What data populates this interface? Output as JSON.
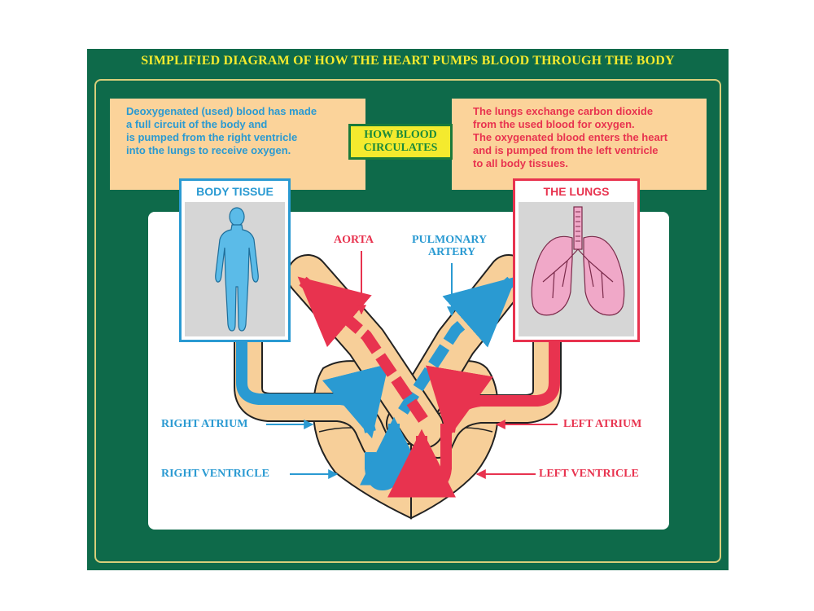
{
  "title": "SIMPLIFIED DIAGRAM OF HOW THE HEART PUMPS BLOOD THROUGH THE BODY",
  "badge": {
    "line1": "HOW BLOOD",
    "line2": "CIRCULATES"
  },
  "left_note": [
    "Deoxygenated (used) blood has made",
    "a full circuit of the body and",
    "is pumped from the right ventricle",
    "into the lungs to receive oxygen."
  ],
  "right_note": [
    "The lungs exchange carbon dioxide",
    "from the used blood for oxygen.",
    "The oxygenated blood enters the heart",
    "and is pumped from the left ventricle",
    "to all body tissues."
  ],
  "boxes": {
    "body_tissue": "BODY TISSUE",
    "lungs": "THE LUNGS"
  },
  "labels": {
    "aorta": "AORTA",
    "pulmonary_1": "PULMONARY",
    "pulmonary_2": "ARTERY",
    "right_atrium": "RIGHT ATRIUM",
    "right_ventricle": "RIGHT VENTRICLE",
    "left_atrium": "LEFT ATRIUM",
    "left_ventricle": "LEFT VENTRICLE"
  },
  "colors": {
    "board": "#0e6a4a",
    "title": "#f4ea2e",
    "note_bg": "#fbd39a",
    "deoxygenated": "#2a9ad2",
    "oxygenated": "#e8334f",
    "vessel": "#f7cf99"
  }
}
